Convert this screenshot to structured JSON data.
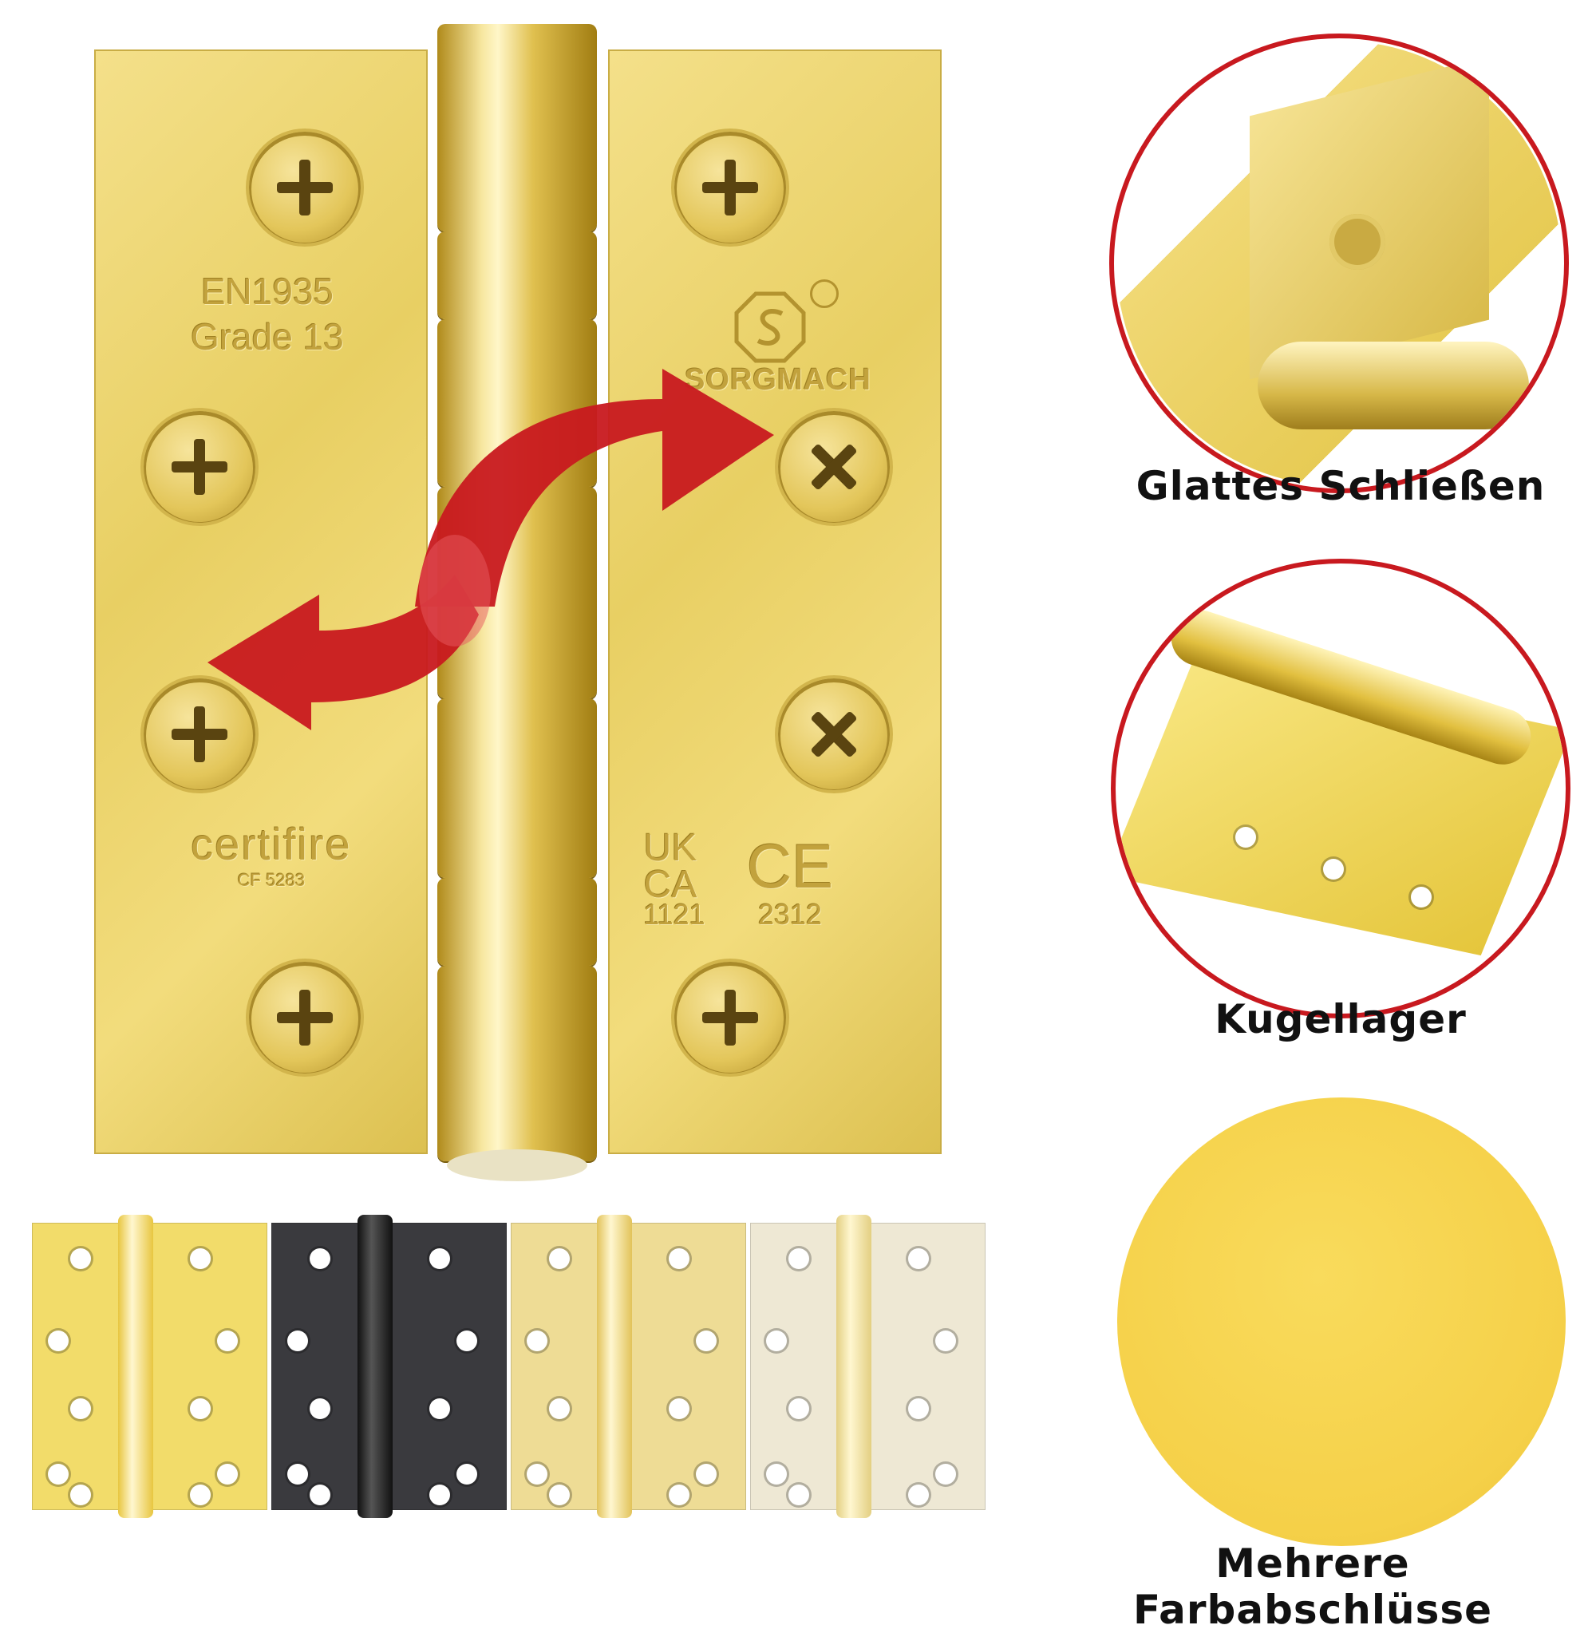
{
  "hinge": {
    "left_text_1": "EN1935",
    "left_text_2": "Grade 13",
    "left_brand": "certifire",
    "left_code": "CF 5283",
    "right_brand": "SORGMACH",
    "right_mark_uk": "UK CA",
    "right_mark_ce": "CE",
    "right_num_1": "1121",
    "right_num_2": "2312"
  },
  "features": [
    {
      "caption": "Glattes Schließen"
    },
    {
      "caption": "Kugellager"
    },
    {
      "caption": "Mehrere Farbabschlüsse"
    }
  ],
  "finishes": [
    {
      "name": "polished-brass",
      "leaf": "#f2dc6a",
      "knuckle": "#e8c640"
    },
    {
      "name": "matt-black",
      "leaf": "#3a3a3e",
      "knuckle": "#222226"
    },
    {
      "name": "satin-brass",
      "leaf": "#eedc95",
      "knuckle": "#e2c35a"
    },
    {
      "name": "satin-nickel",
      "leaf": "#eee8d4",
      "knuckle": "#e3cf82"
    }
  ],
  "colors": {
    "accent_red": "#c8191f",
    "gold": "#e8cf63",
    "swatch_yellow": "#f7d54d"
  }
}
